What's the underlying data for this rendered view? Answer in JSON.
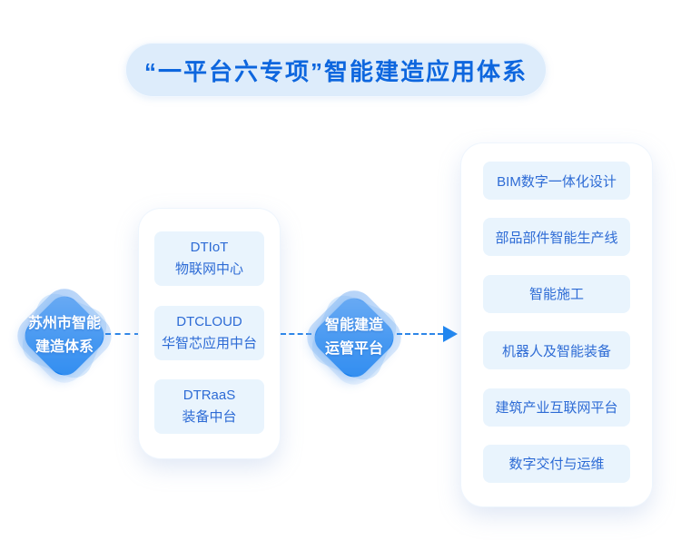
{
  "title": "“一平台六专项”智能建造应用体系",
  "left_node": {
    "line1": "苏州市智能",
    "line2": "建造体系"
  },
  "center_node": {
    "line1": "智能建造",
    "line2": "运管平台"
  },
  "platform_card": {
    "items": [
      {
        "line1": "DTIoT",
        "line2": "物联网中心"
      },
      {
        "line1": "DTCLOUD",
        "line2": "华智芯应用中台"
      },
      {
        "line1": "DTRaaS",
        "line2": "装备中台"
      }
    ]
  },
  "applications_card": {
    "items": [
      {
        "label": "BIM数字一体化设计"
      },
      {
        "label": "部品部件智能生产线"
      },
      {
        "label": "智能施工"
      },
      {
        "label": "机器人及智能装备"
      },
      {
        "label": "建筑产业互联网平台"
      },
      {
        "label": "数字交付与运维"
      }
    ]
  },
  "colors": {
    "accent_text": "#0d66de",
    "pill_bg": "#ddecfb",
    "diamond_top": "#65a7f4",
    "diamond_bottom": "#0c79ee",
    "chip_bg": "#e9f4fd",
    "chip_text": "#2d6bd5",
    "connector": "#2e86e8",
    "arrow": "#1f86f0"
  }
}
